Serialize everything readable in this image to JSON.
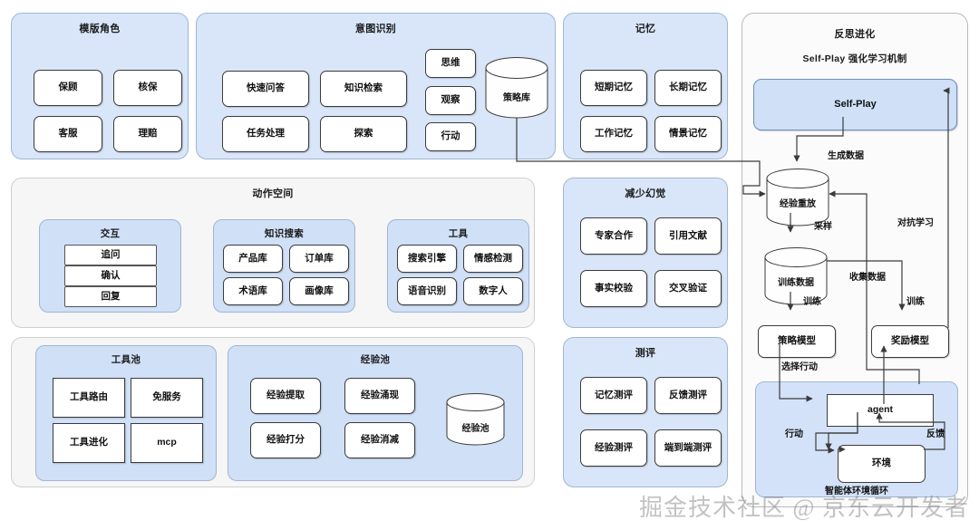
{
  "diagram": {
    "watermark": "掘金技术社区 @ 京东云开发者",
    "colors": {
      "panel_blue": "#d9e6f9",
      "subpanel_blue": "#cfe0f7",
      "panel_gray": "#f6f6f6",
      "node_white": "#ffffff",
      "border_blue": "#9fb6d4",
      "line": "#3b3b3b"
    }
  },
  "template_role": {
    "title": "模版角色",
    "nodes": [
      "保顾",
      "核保",
      "客服",
      "理赔"
    ]
  },
  "intent": {
    "title": "意图识别",
    "nodes": [
      "快速问答",
      "知识检索",
      "任务处理",
      "探索"
    ],
    "loop": [
      "思维",
      "观察",
      "行动"
    ],
    "store": "策略库"
  },
  "memory": {
    "title": "记忆",
    "nodes": [
      "短期记忆",
      "长期记忆",
      "工作记忆",
      "情景记忆"
    ]
  },
  "action_space": {
    "title": "动作空间",
    "interaction": {
      "title": "交互",
      "nodes": [
        "追问",
        "确认",
        "回复"
      ]
    },
    "knowledge_search": {
      "title": "知识搜索",
      "nodes": [
        "产品库",
        "订单库",
        "术语库",
        "画像库"
      ]
    },
    "tools": {
      "title": "工具",
      "nodes": [
        "搜索引擎",
        "情感检测",
        "语音识别",
        "数字人"
      ]
    }
  },
  "hallucination": {
    "title": "减少幻觉",
    "nodes": [
      "专家合作",
      "引用文献",
      "事实校验",
      "交叉验证"
    ]
  },
  "tool_pool": {
    "title": "工具池",
    "nodes": [
      "工具路由",
      "免服务",
      "工具进化",
      "mcp"
    ]
  },
  "experience_pool": {
    "title": "经验池",
    "nodes": [
      "经验提取",
      "经验涌现",
      "经验打分",
      "经验消减"
    ],
    "store": "经验池"
  },
  "evaluation": {
    "title": "测评",
    "nodes": [
      "记忆测评",
      "反馈测评",
      "经验测评",
      "端到端测评"
    ]
  },
  "reflection": {
    "title": "反思进化",
    "subtitle": "Self-Play 强化学习机制",
    "self_play": "Self-Play",
    "replay_buffer": "经验重放",
    "training_data": "训练数据",
    "policy_model": "策略模型",
    "reward_model": "奖励模型",
    "agent": "agent",
    "environment": "环境",
    "loop_caption": "智能体环境循环",
    "edges": {
      "generate_data": "生成数据",
      "sampling": "采样",
      "train_policy": "训练",
      "train_reward": "训练",
      "collect_data": "收集数据",
      "adversarial": "对抗学习",
      "select_action": "选择行动",
      "action": "行动",
      "feedback": "反馈"
    }
  }
}
